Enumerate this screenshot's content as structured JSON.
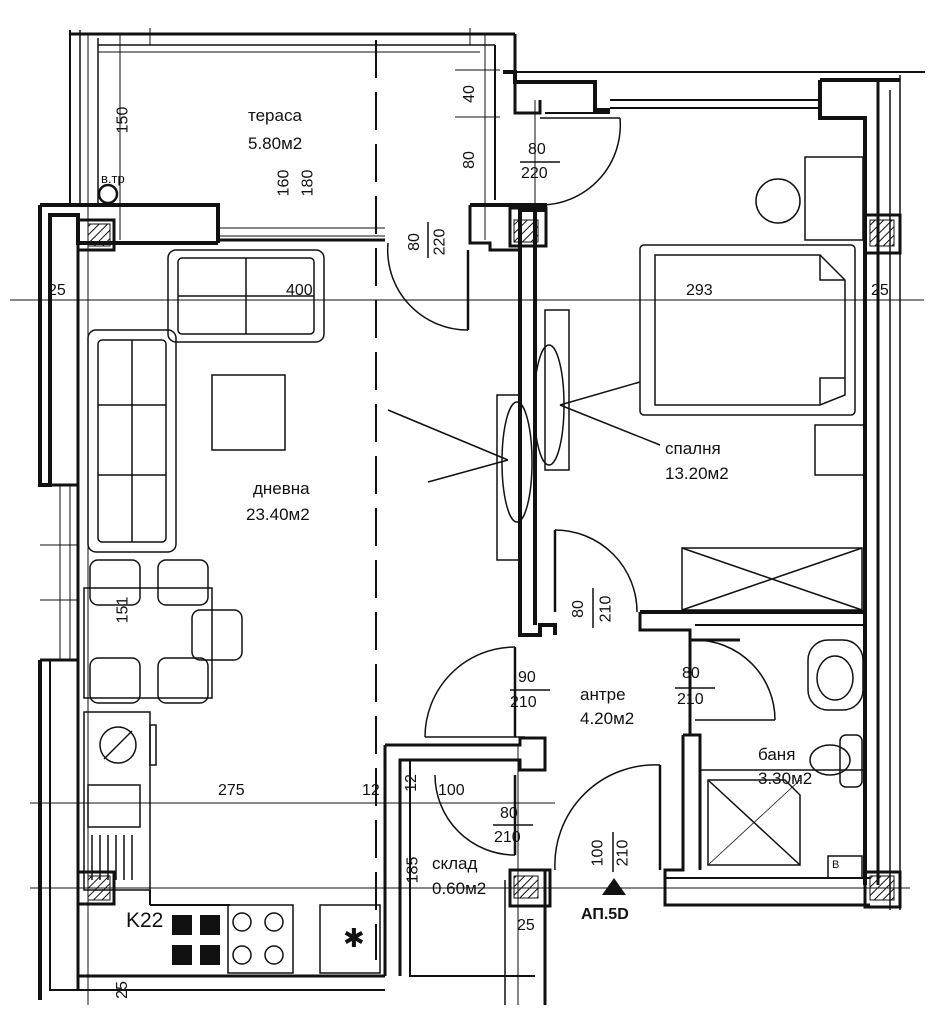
{
  "rooms": {
    "terrace": {
      "name": "тераса",
      "area": "5.80м2"
    },
    "living": {
      "name": "дневна",
      "area": "23.40м2"
    },
    "bedroom": {
      "name": "спалня",
      "area": "13.20м2"
    },
    "hall": {
      "name": "антре",
      "area": "4.20м2"
    },
    "bathroom": {
      "name": "баня",
      "area": "3.30м2"
    },
    "storage": {
      "name": "склад",
      "area": "0.60м2"
    }
  },
  "doors": {
    "terrace_bedroom": {
      "w": "80",
      "h": "220"
    },
    "terrace_living": {
      "w": "80",
      "h": "220"
    },
    "bedroom": {
      "w": "80",
      "h": "210"
    },
    "entry_living": {
      "w": "90",
      "h": "210"
    },
    "bathroom": {
      "w": "80",
      "h": "210"
    },
    "storage": {
      "w": "80",
      "h": "210"
    },
    "entrance": {
      "w": "100",
      "h": "210"
    }
  },
  "dimensions": {
    "d150": "150",
    "d40": "40",
    "d80": "80",
    "d160": "160",
    "d180": "180",
    "d25_left": "25",
    "d400": "400",
    "d293": "293",
    "d25_right": "25",
    "d151": "151",
    "d275": "275",
    "d12a": "12",
    "d12b": "12",
    "d100": "100",
    "d185": "185",
    "d25_bottom": "25",
    "d25_corner": "25"
  },
  "labels": {
    "chimney": "в.тр",
    "entrance_mark": "АП.5D",
    "kitchen_mark": "K22",
    "bath_mark": "B"
  },
  "colors": {
    "line": "#111111",
    "background": "#ffffff"
  }
}
